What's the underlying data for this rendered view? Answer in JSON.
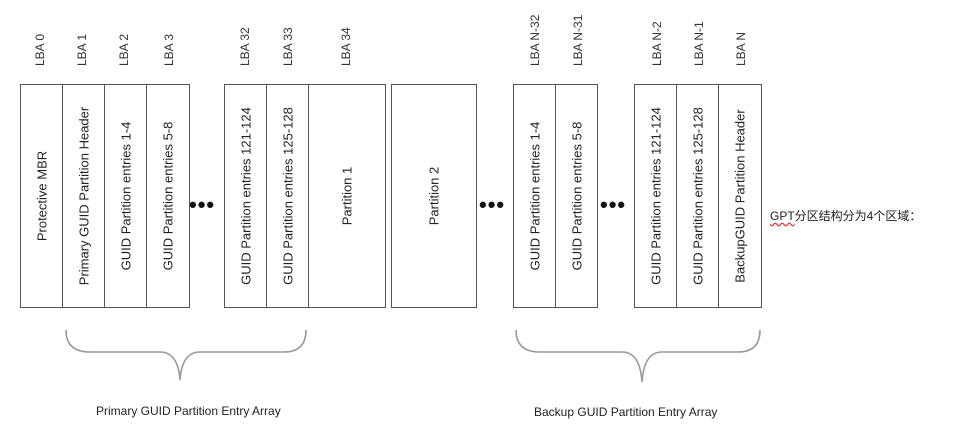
{
  "lba_labels": [
    "LBA 0",
    "LBA 1",
    "LBA 2",
    "LBA 3",
    "LBA 32",
    "LBA 33",
    "LBA 34",
    "LBA N-32",
    "LBA N-31",
    "LBA N-2",
    "LBA N-1",
    "LBA N"
  ],
  "cells": {
    "protective_mbr": "Protective MBR",
    "primary_header": "Primary GUID Partition Header",
    "entries_1_4": "GUID Partition entries 1-4",
    "entries_5_8": "GUID Partition entries 5-8",
    "entries_121_124": "GUID Partition entries 121-124",
    "entries_125_128": "GUID Partition entries 125-128",
    "partition_1": "Partition 1",
    "partition_2": "Partition 2",
    "backup_entries_1_4": "GUID Partition entries 1-4",
    "backup_entries_5_8": "GUID Partition entries 5-8",
    "backup_entries_121_124": "GUID Partition entries 121-124",
    "backup_entries_125_128": "GUID Partition entries 125-128",
    "backup_header": "BackupGUID Partition Header"
  },
  "ellipsis": "•••",
  "primary_array_label": "Primary GUID Partition Entry Array",
  "backup_array_label": "Backup GUID Partition Entry Array",
  "note": {
    "underlined": "GPT",
    "rest": "分区结构分为4个区域："
  }
}
